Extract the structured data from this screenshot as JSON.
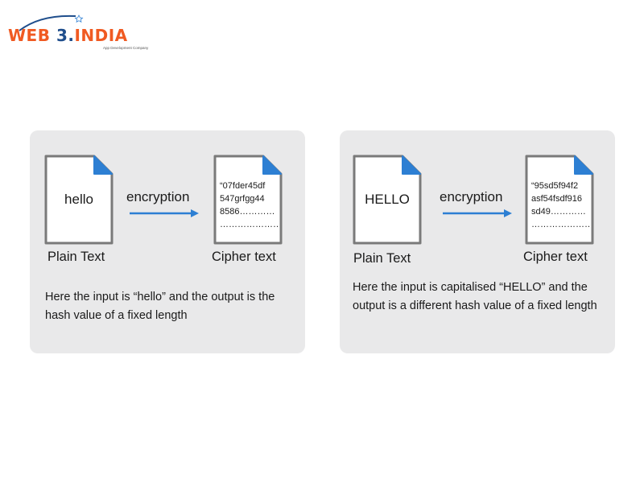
{
  "logo": {
    "text_part1": "WEB",
    "text_part2": "3.",
    "text_part3": "INDIA",
    "tagline": "App Development Company",
    "colors": {
      "blue": "#1f4e8c",
      "orange": "#f05a22"
    }
  },
  "colors": {
    "panel_bg": "#e9e9ea",
    "doc_border": "#7a7a7a",
    "doc_corner": "#2d7fd3",
    "arrow": "#2d7fd3"
  },
  "panels": [
    {
      "plain_text_content": "hello",
      "plain_label": "Plain Text",
      "process_label": "encryption",
      "cipher_lines": [
        "“07fder45df",
        "547grfgg44",
        "8586…………",
        "……………………”"
      ],
      "cipher_label": "Cipher text",
      "description": "Here the input is “hello” and the output is the hash value of a fixed length"
    },
    {
      "plain_text_content": "HELLO",
      "plain_label": "Plain Text",
      "process_label": "encryption",
      "cipher_lines": [
        "“95sd5f94f2",
        "asf54fsdf916",
        "sd49…………",
        "……………………”"
      ],
      "cipher_label": "Cipher text",
      "description": "Here the input is capitalised “HELLO” and the output is a different hash value of a fixed length"
    }
  ]
}
